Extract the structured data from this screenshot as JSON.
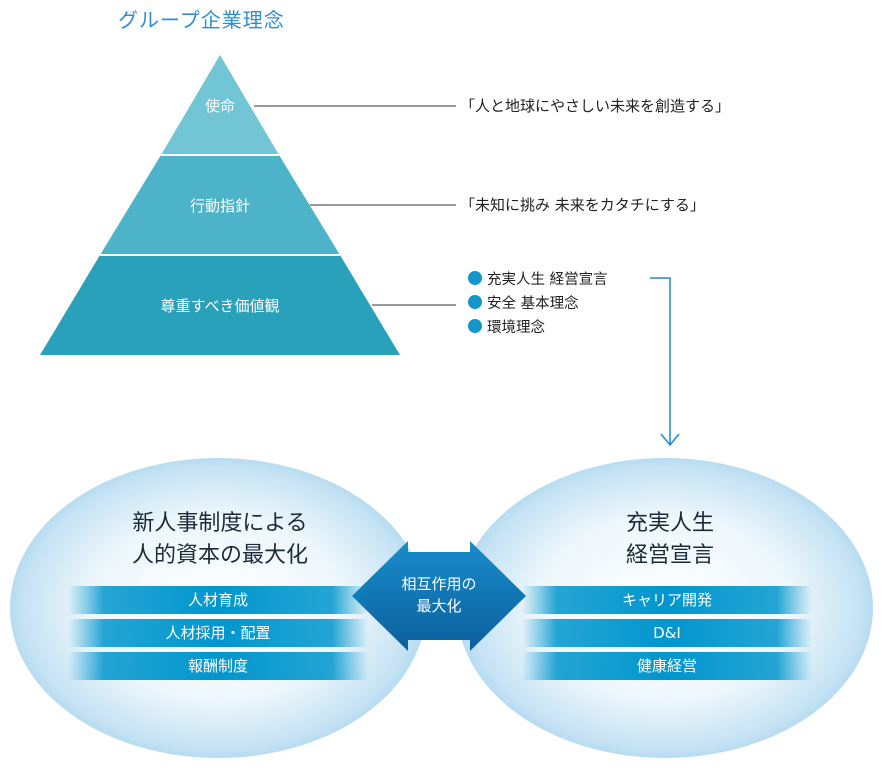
{
  "title": "グループ企業理念",
  "pyramid": {
    "tiers": [
      {
        "label": "使命",
        "statement": "「人と地球にやさしい未来を創造する」"
      },
      {
        "label": "行動指針",
        "statement": "「未知に挑み 未来をカタチにする」"
      },
      {
        "label": "尊重すべき価値観",
        "bullets": [
          "充実人生 経営宣言",
          "安全 基本理念",
          "環境理念"
        ]
      }
    ]
  },
  "left_oval": {
    "heading_line1": "新人事制度による",
    "heading_line2": "人的資本の最大化",
    "items": [
      "人材育成",
      "人材採用・配置",
      "報酬制度"
    ]
  },
  "center_arrow": {
    "line1": "相互作用の",
    "line2": "最大化"
  },
  "right_oval": {
    "heading_line1": "充実人生",
    "heading_line2": "経営宣言",
    "items": [
      "キャリア開発",
      "D&I",
      "健康経営"
    ]
  },
  "colors": {
    "title": "#2f8fd0",
    "pyramid_top": "#72c5d5",
    "pyramid_mid": "#4db3c8",
    "pyramid_bottom": "#2aa1bb",
    "bullet": "#1596c8",
    "band": "#0096cd",
    "arrow": "#0b6aa8"
  }
}
